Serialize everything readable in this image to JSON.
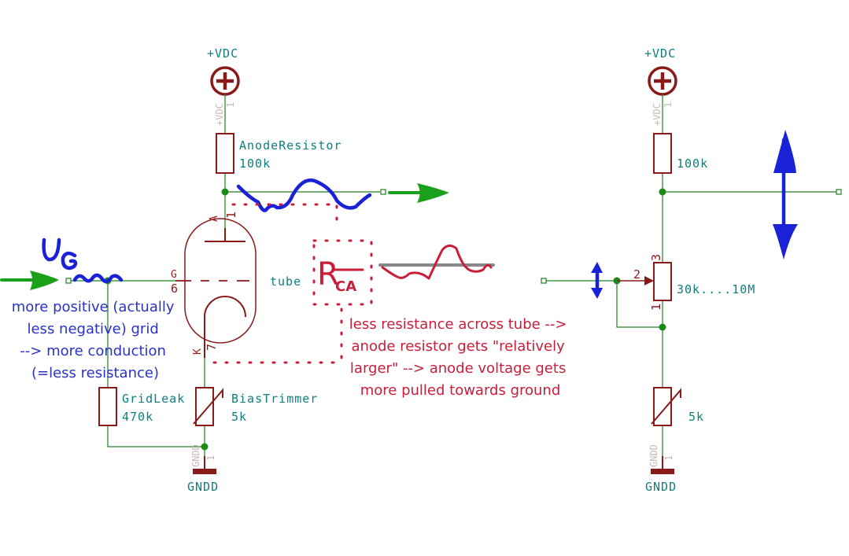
{
  "power": {
    "left_label": "+VDC",
    "right_label": "+VDC",
    "vertical_label": "+VDC",
    "pin": "1"
  },
  "ground": {
    "left_label": "GNDD",
    "right_label": "GNDD",
    "vertical_label": "GNDD",
    "pin": "1"
  },
  "left_circuit": {
    "anode_resistor": {
      "name": "AnodeResistor",
      "value": "100k"
    },
    "grid_leak": {
      "name": "GridLeak",
      "value": "470k"
    },
    "bias_trimmer": {
      "name": "BiasTrimmer",
      "value": "5k"
    },
    "tube": {
      "name": "tube",
      "pin_anode_letter": "A",
      "pin_anode_number": "1",
      "pin_grid_letter": "G",
      "pin_grid_number": "6",
      "pin_cathode_letter": "K",
      "pin_cathode_number": "7"
    }
  },
  "right_circuit": {
    "top_resistor_value": "100k",
    "pot_value": "30k....10M",
    "pot_pin_wiper": "2",
    "pot_pin_top": "3",
    "pot_pin_bottom": "1",
    "bottom_trimmer_value": "5k"
  },
  "annotations": {
    "ug_label": "UG",
    "rca_main": "R",
    "rca_sub": "CA",
    "grid_note": [
      "more positive (actually",
      "less negative) grid",
      "--> more conduction",
      "(=less resistance)"
    ],
    "tube_note": [
      "less resistance across tube -->",
      "anode resistor gets \"relatively",
      "larger\" --> anode voltage gets",
      "more pulled towards ground"
    ]
  },
  "colors": {
    "wire": "#208020",
    "component": "#8a1a1a",
    "label": "#0e7f7f",
    "blue_ink": "#1a22d8",
    "red_ink": "#c81e3a",
    "green_arrow": "#1aa01a"
  }
}
